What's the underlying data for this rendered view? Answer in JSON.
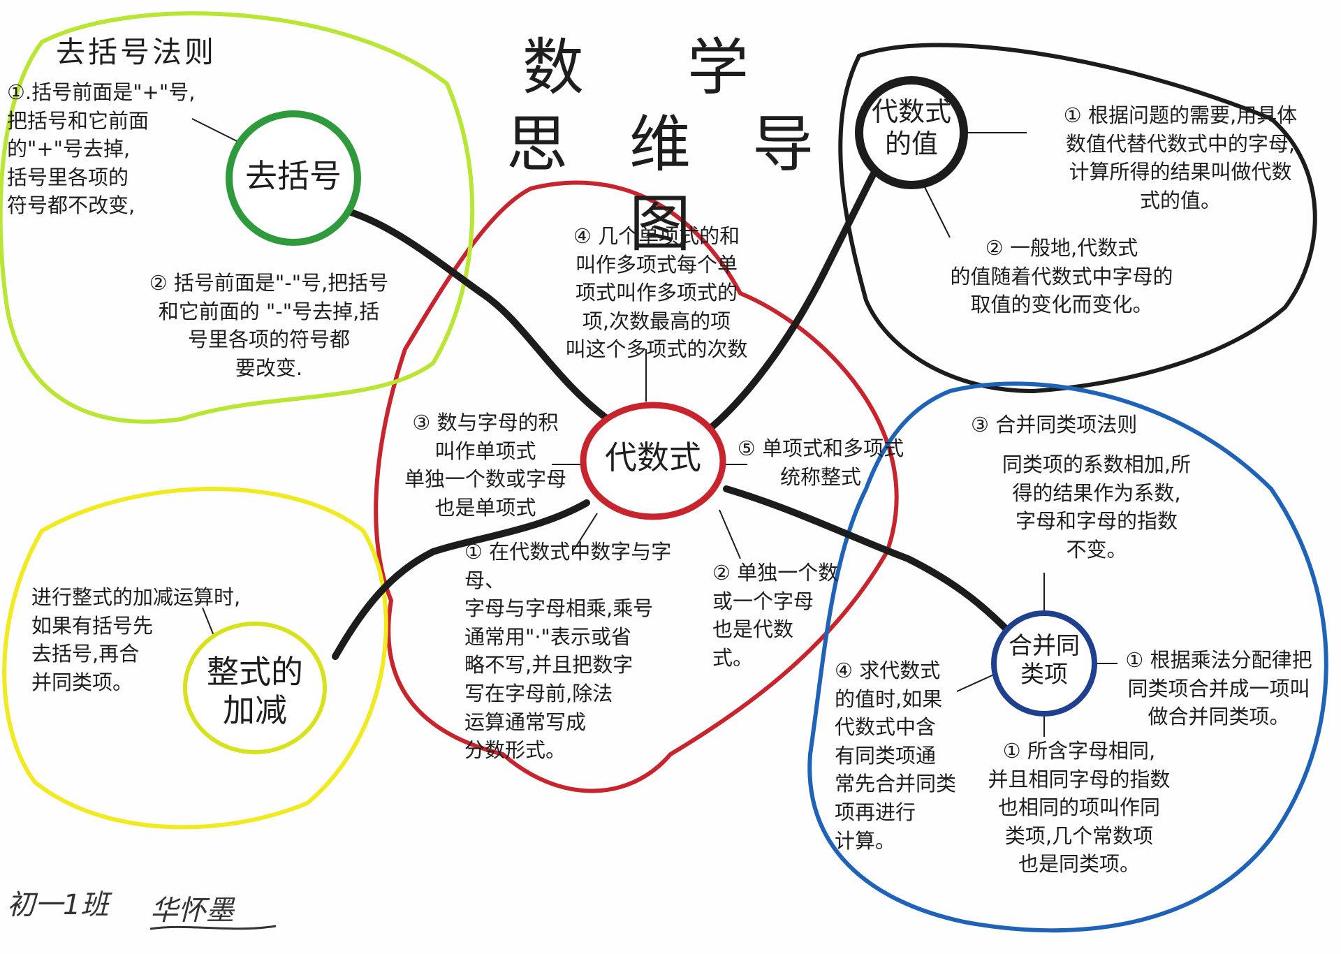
{
  "title": {
    "line1": "数 学",
    "line2": "思 维 导 图"
  },
  "colors": {
    "red": "#c8242d",
    "black": "#1c1c1c",
    "blue": "#1f63b9",
    "lime": "#b9e533",
    "green": "#2f9a3c",
    "yellow": "#f0ea1e"
  },
  "center_node": {
    "label": "代数式"
  },
  "center_notes": {
    "note4": "④ 几个单项式的和\n叫作多项式每个单\n项式叫作多项式的\n项,次数最高的项\n叫这个多项式的次数",
    "note3": "③ 数与字母的积\n叫作单项式\n单独一个数或字母\n也是单项式",
    "note5": "⑤ 单项式和多项式\n统称整式",
    "note1": "① 在代数式中数字与字母、\n字母与字母相乘,乘号\n通常用\"·\"表示或省\n略不写,并且把数字\n写在字母前,除法\n运算通常写成\n分数形式。",
    "note2": "② 单独一个数\n或一个字母\n也是代数\n式。"
  },
  "remove_brackets": {
    "heading": "去括号法则",
    "node_label": "去括号",
    "rule1": "①.括号前面是\"+\"号,\n把括号和它前面\n的\"+\"号去掉,\n括号里各项的\n符号都不改变,",
    "rule2": "② 括号前面是\"-\"号,把括号\n和它前面的 \"-\"号去掉,括\n号里各项的符号都\n要改变."
  },
  "algebraic_value": {
    "node_label": "代数式\n的值",
    "note1": "① 根据问题的需要,用具体\n数值代替代数式中的字母,\n计算所得的结果叫做代数\n式的值。",
    "note2": "② 一般地,代数式\n的值随着代数式中字母的\n取值的变化而变化。"
  },
  "integral_add_sub": {
    "node_label": "整式的\n加减",
    "note": "进行整式的加减运算时,\n如果有括号先\n去括号,再合\n并同类项。"
  },
  "combine_like_terms": {
    "node_label": "合并同\n类项",
    "rule_heading": "③ 合并同类项法则",
    "rule_body": "同类项的系数相加,所\n得的结果作为系数,\n字母和字母的指数\n不变。",
    "note1": "① 根据乘法分配律把\n同类项合并成一项叫\n做合并同类项。",
    "note0": "① 所含字母相同,\n并且相同字母的指数\n也相同的项叫作同\n类项,几个常数项\n也是同类项。",
    "note4": "④ 求代数式\n的值时,如果\n代数式中含\n有同类项通\n常先合并同类\n项再进行\n计算。"
  },
  "signature": {
    "class_name": "初一1班",
    "author": "华怀墨"
  }
}
